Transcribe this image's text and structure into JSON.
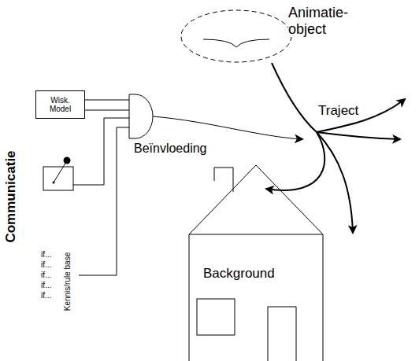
{
  "diagram": {
    "nodes": [
      {
        "text": [
          "Animatie- object"
        ]
      },
      {
        "text": [
          "Wisk. Model"
        ]
      },
      {
        "text": [
          "Background"
        ]
      }
    ],
    "labels": [
      "Traject",
      "Beïnvloeding",
      "Communicatie",
      "if...",
      "if...",
      "if...",
      "if...",
      "if...",
      "Kennis/rule base"
    ]
  }
}
